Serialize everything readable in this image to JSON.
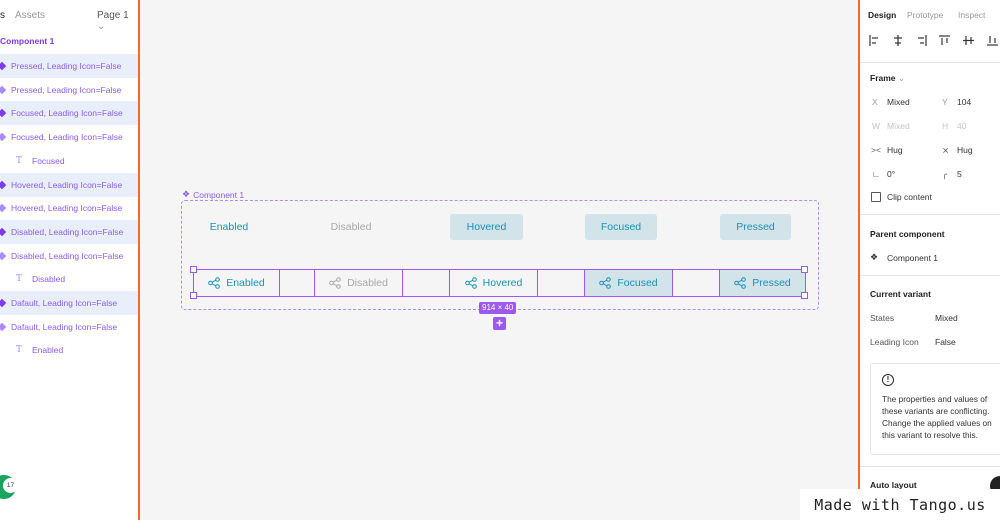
{
  "left_panel": {
    "tab_layers": "s",
    "tab_assets": "Assets",
    "page_selector": "Page 1",
    "root_component": "Component 1",
    "layers": [
      {
        "label": "Pressed, Leading Icon=False",
        "type": "variant",
        "selected": true
      },
      {
        "label": "Pressed, Leading Icon=False",
        "type": "variant",
        "selected": false
      },
      {
        "label": "Focused, Leading Icon=False",
        "type": "variant",
        "selected": true
      },
      {
        "label": "Focused, Leading Icon=False",
        "type": "variant",
        "selected": false
      },
      {
        "label": "Focused",
        "type": "text",
        "selected": false
      },
      {
        "label": "Hovered, Leading Icon=False",
        "type": "variant",
        "selected": true
      },
      {
        "label": "Hovered, Leading Icon=False",
        "type": "variant",
        "selected": false
      },
      {
        "label": "Disabled, Leading Icon=False",
        "type": "variant",
        "selected": true
      },
      {
        "label": "Disabled, Leading Icon=False",
        "type": "variant",
        "selected": false
      },
      {
        "label": "Disabled",
        "type": "text",
        "selected": false
      },
      {
        "label": "Dafault, Leading Icon=False",
        "type": "variant",
        "selected": true
      },
      {
        "label": "Dafault, Leading Icon=False",
        "type": "variant",
        "selected": false
      },
      {
        "label": "Enabled",
        "type": "text",
        "selected": false
      }
    ],
    "avatar_badge": "17"
  },
  "canvas": {
    "component_label": "Component 1",
    "top_row": [
      "Enabled",
      "Disabled",
      "Hovered",
      "Focused",
      "Pressed"
    ],
    "bottom_row": [
      "Enabled",
      "Disabled",
      "Hovered",
      "Focused",
      "Pressed"
    ],
    "size_badge": "914 × 40",
    "add_button": "+",
    "colors": {
      "accent": "#9b59f0",
      "button_text": "#1a91b8",
      "button_fill": "#d3e3ea"
    }
  },
  "right_panel": {
    "tabs": [
      "Design",
      "Prototype",
      "Inspect"
    ],
    "frame_heading": "Frame",
    "x_label": "X",
    "x_value": "Mixed",
    "y_label": "Y",
    "y_value": "104",
    "w_label": "W",
    "w_value": "Mixed",
    "h_label": "H",
    "h_value": "40",
    "hug_w": "Hug",
    "hug_h": "Hug",
    "rotation": "0°",
    "radius": "5",
    "clip_content": "Clip content",
    "parent_heading": "Parent component",
    "parent_value": "Component 1",
    "variant_heading": "Current variant",
    "states_label": "States",
    "states_value": "Mixed",
    "leading_label": "Leading Icon",
    "leading_value": "False",
    "warning_text": "The properties and values of these variants are conflicting. Change the applied values on this variant to resolve this.",
    "auto_layout": "Auto layout"
  },
  "watermark": "Made with Tango.us"
}
